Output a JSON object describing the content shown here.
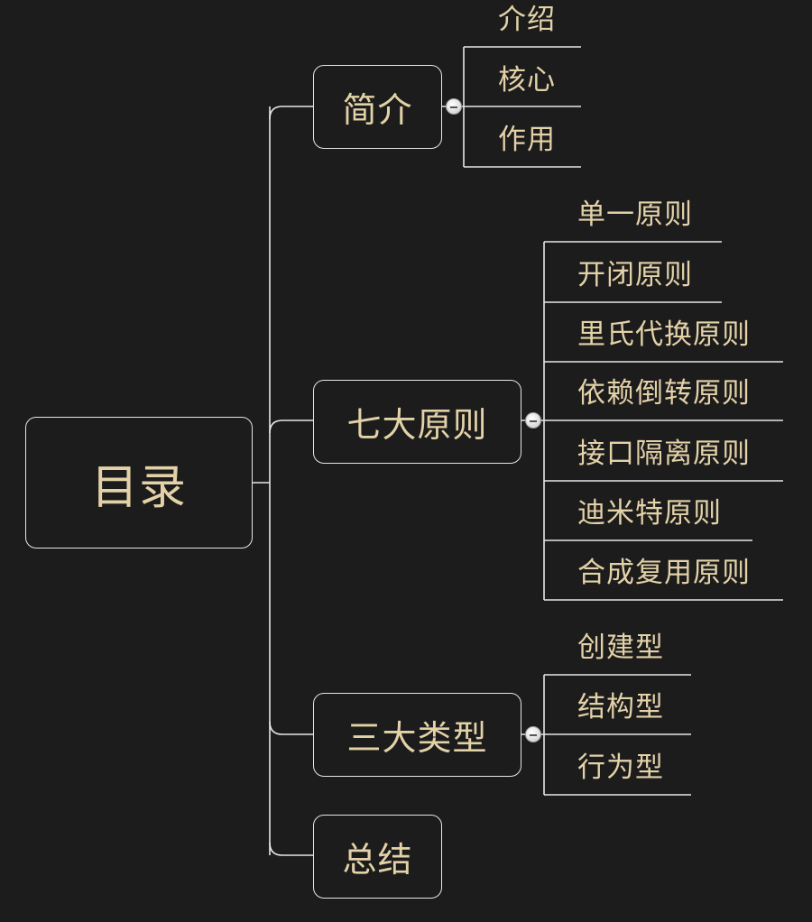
{
  "root": {
    "label": "目录"
  },
  "branches": [
    {
      "label": "简介",
      "children": [
        "介绍",
        "核心",
        "作用"
      ]
    },
    {
      "label": "七大原则",
      "children": [
        "单一原则",
        "开闭原则",
        "里氏代换原则",
        "依赖倒转原则",
        "接口隔离原则",
        "迪米特原则",
        "合成复用原则"
      ]
    },
    {
      "label": "三大类型",
      "children": [
        "创建型",
        "结构型",
        "行为型"
      ]
    },
    {
      "label": "总结",
      "children": []
    }
  ],
  "colors": {
    "background": "#1d1c1d",
    "line": "#e6e6e6",
    "text": "#e3d2a8"
  },
  "icons": {
    "collapse": "collapse-minus-icon"
  }
}
